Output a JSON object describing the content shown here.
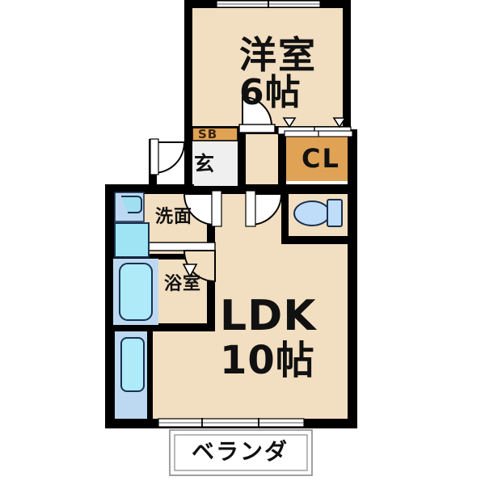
{
  "plan": {
    "title": "間取図",
    "colors": {
      "wall": "#000000",
      "room_fill": "#f2dec0",
      "closet_orange": "#e0a254",
      "water_blue": "#bfe8f6",
      "fixture_blue": "#d6e8fb",
      "entry_gray": "#eeeeee",
      "white": "#ffffff",
      "text": "#111111"
    },
    "rooms": [
      {
        "id": "bedroom",
        "name": "洋室",
        "size": "6帖",
        "type": "western-room"
      },
      {
        "id": "ldk",
        "name": "LDK",
        "size": "10帖",
        "type": "living-dining-kitchen"
      },
      {
        "id": "entrance",
        "name": "玄",
        "size": "",
        "type": "genkan"
      },
      {
        "id": "washroom",
        "name": "洗面",
        "size": "",
        "type": "washbasin"
      },
      {
        "id": "bath",
        "name": "浴室",
        "size": "",
        "type": "bathroom"
      },
      {
        "id": "closet",
        "name": "CL",
        "size": "",
        "type": "closet"
      },
      {
        "id": "shoebox",
        "name": "SB",
        "size": "",
        "type": "shoe-box"
      },
      {
        "id": "veranda",
        "name": "ベランダ",
        "size": "",
        "type": "balcony"
      }
    ],
    "labels": {
      "bedroom_name": "洋室",
      "bedroom_size": "6帖",
      "ldk_name": "LDK",
      "ldk_size": "10帖",
      "closet": "CL",
      "shoebox": "SB",
      "entrance": "玄",
      "washroom": "洗面",
      "bath": "浴室",
      "veranda": "ベランダ"
    },
    "fixtures": [
      {
        "id": "toilet",
        "name": "toilet-fixture"
      },
      {
        "id": "bathtub",
        "name": "bathtub-fixture"
      },
      {
        "id": "washbasin",
        "name": "washbasin-fixture"
      },
      {
        "id": "washer-pan",
        "name": "washing-machine-space"
      },
      {
        "id": "kitchen-sink",
        "name": "kitchen-sink-fixture"
      },
      {
        "id": "entry-door",
        "name": "entrance-door-swing"
      },
      {
        "id": "bedroom-door",
        "name": "bedroom-door-swing"
      },
      {
        "id": "ldk-door",
        "name": "ldk-door-swing"
      },
      {
        "id": "washroom-door",
        "name": "washroom-door-swing"
      },
      {
        "id": "toilet-door",
        "name": "toilet-door-swing"
      },
      {
        "id": "bedroom-window",
        "name": "bedroom-window"
      },
      {
        "id": "veranda-window",
        "name": "veranda-sliding-door"
      }
    ]
  }
}
